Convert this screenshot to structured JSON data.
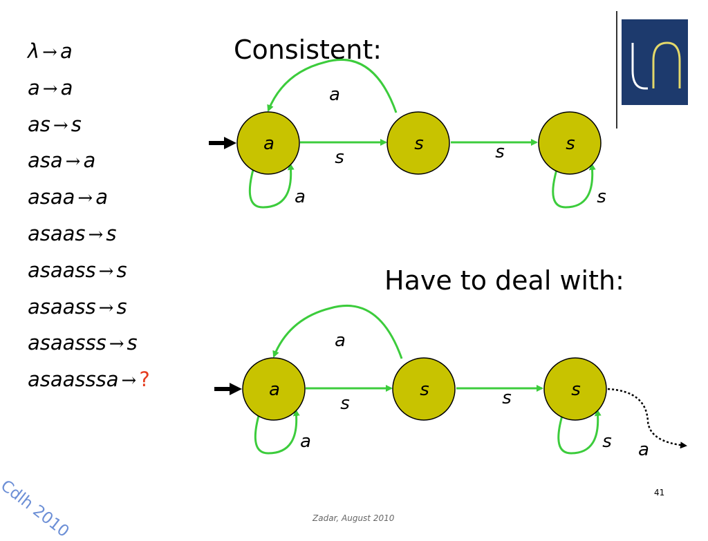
{
  "rules": [
    {
      "input": "λ",
      "output": "a"
    },
    {
      "input": "a",
      "output": "a"
    },
    {
      "input": "as",
      "output": "s"
    },
    {
      "input": "asa",
      "output": "a"
    },
    {
      "input": "asaa",
      "output": "a"
    },
    {
      "input": "asaas",
      "output": "s"
    },
    {
      "input": "asaass",
      "output": "s"
    },
    {
      "input": "asaass",
      "output": "s"
    },
    {
      "input": "asaasss",
      "output": "s"
    },
    {
      "input": "asaasssa",
      "output": "?"
    }
  ],
  "arrow_symbol": "→",
  "headings": {
    "consistent": "Consistent:",
    "deal_with": "Have to deal with:"
  },
  "diagram_top": {
    "states": [
      {
        "label": "a"
      },
      {
        "label": "s"
      },
      {
        "label": "s"
      }
    ],
    "edge_labels": {
      "back_arc": "a",
      "edge_1_2": "s",
      "edge_2_3": "s",
      "loop_1": "a",
      "loop_3": "s"
    }
  },
  "diagram_bottom": {
    "states": [
      {
        "label": "a"
      },
      {
        "label": "s"
      },
      {
        "label": "s"
      }
    ],
    "edge_labels": {
      "back_arc": "a",
      "edge_1_2": "s",
      "edge_2_3": "s",
      "loop_1": "a",
      "loop_3": "s",
      "dotted_exit": "a"
    }
  },
  "watermark": "Cdlh 2010",
  "footer": "Zadar, August 2010",
  "page_number": "41",
  "colors": {
    "state_fill": "#c8c300",
    "edge": "#3ccc3c",
    "question_mark": "#e53b1e",
    "logo_bg": "#1d3a6d",
    "logo_mark": "#e3d86a",
    "watermark": "#6c8fd6"
  }
}
